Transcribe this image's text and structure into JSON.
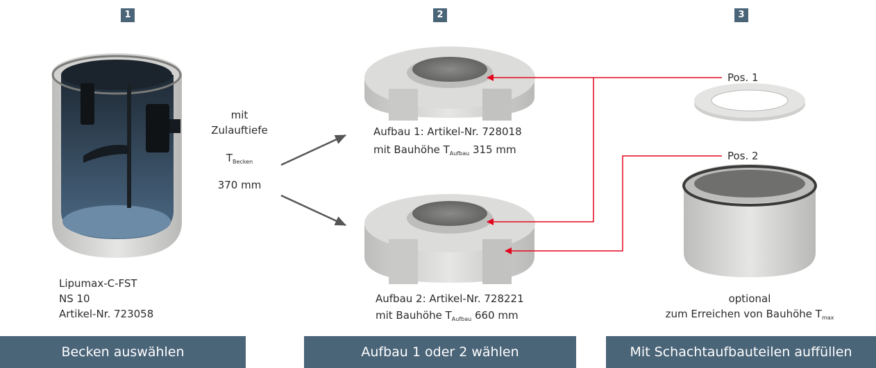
{
  "steps": [
    {
      "number": "1",
      "bar_label": "Becken auswählen"
    },
    {
      "number": "2",
      "bar_label": "Aufbau 1 oder 2 wählen"
    },
    {
      "number": "3",
      "bar_label": "Mit Schachtaufbauteilen auffüllen"
    }
  ],
  "basin": {
    "name": "Lipumax-C-FST",
    "size": "NS 10",
    "article": "Artikel-Nr. 723058"
  },
  "inlet": {
    "line1": "mit",
    "line2": "Zulauftiefe",
    "symbol": "T",
    "symbol_sub": "Becken",
    "value": "370 mm"
  },
  "aufbau1": {
    "line1": "Aufbau 1: Artikel-Nr. 728018",
    "line2_prefix": "mit Bauhöhe T",
    "line2_sub": "Aufbau",
    "line2_suffix": " 315 mm"
  },
  "aufbau2": {
    "line1": "Aufbau 2: Artikel-Nr. 728221",
    "line2_prefix": "mit Bauhöhe T",
    "line2_sub": "Aufbau",
    "line2_suffix": " 660 mm"
  },
  "positions": {
    "pos1": "Pos. 1",
    "pos2": "Pos. 2"
  },
  "optional": {
    "line1": "optional",
    "line2_prefix": "zum Erreichen von Bauhöhe T",
    "line2_sub": "max"
  },
  "colors": {
    "accent": "#4a6478",
    "arrow_red": "#e3061e",
    "arrow_gray": "#555555",
    "concrete": "#d7d7d5",
    "basin_interior": "#2e3d4c"
  }
}
